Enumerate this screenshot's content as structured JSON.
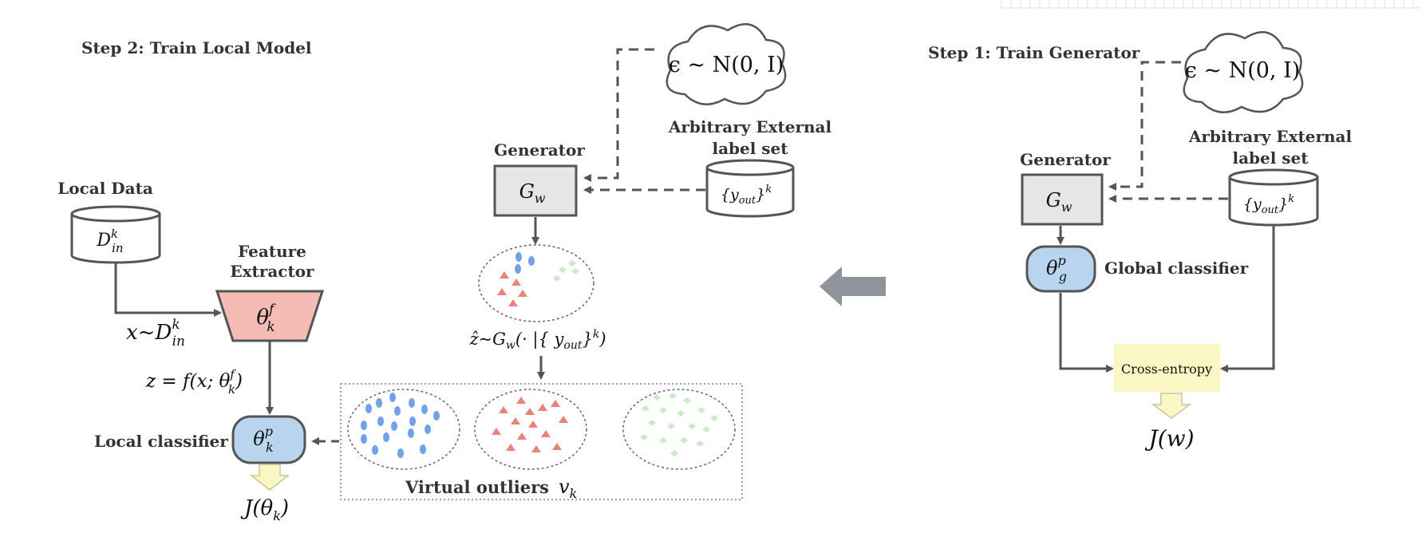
{
  "left": {
    "step_title": "Step 2: Train Local Model",
    "local_data": {
      "title": "Local Data",
      "base": "D",
      "sup": "k",
      "sub": "in"
    },
    "sample_eq": {
      "prefix": "x~",
      "base": "D",
      "sub": "in",
      "sup": "k"
    },
    "feature_extractor": {
      "title_line1": "Feature",
      "title_line2": "Extractor",
      "base": "θ",
      "sub": "k",
      "sup": "f"
    },
    "z_eq": {
      "prefix": "z = f(x; ",
      "base": "θ",
      "sub": "k",
      "sup": "f",
      "suffix": ")"
    },
    "local_classifier": {
      "label": "Local classifier",
      "base": "θ",
      "sub": "k",
      "sup": "p"
    },
    "loss": {
      "text": "J(θ",
      "sub": "k",
      "close": ")"
    }
  },
  "middle": {
    "noise": {
      "text": "ϵ ~ N(0, I)"
    },
    "generator": {
      "title": "Generator",
      "base": "G",
      "sub": "w"
    },
    "label_set": {
      "title_line1": "Arbitrary External",
      "title_line2": "label set",
      "text": "{y",
      "sub": "out",
      "close": "}",
      "sup": "k"
    },
    "sample_eq": {
      "prefix": "ẑ~G",
      "sub": "w",
      "mid": "(· |{ y",
      "sub2": "out",
      "close": "}",
      "sup": "k",
      "end": ")"
    },
    "outliers": {
      "label": "Virtual outliers",
      "var": "v",
      "sub": "k"
    }
  },
  "right": {
    "step_title": "Step 1: Train Generator",
    "noise": {
      "text": "ϵ ~ N(0, I)"
    },
    "generator": {
      "title": "Generator",
      "base": "G",
      "sub": "w"
    },
    "label_set": {
      "title_line1": "Arbitrary External",
      "title_line2": "label set",
      "text": "{y",
      "sub": "out",
      "close": "}",
      "sup": "k"
    },
    "global_classifier": {
      "label": "Global classifier",
      "base": "θ",
      "sub": "g",
      "sup": "p"
    },
    "cross_entropy": {
      "label": "Cross-entropy"
    },
    "loss": {
      "text": "J(w)"
    }
  },
  "colors": {
    "box_gray": "#e6e6e6",
    "outline": "#555555",
    "extractor_red": "#f4bcb5",
    "classifier_blue": "#b8d4ee",
    "highlight_yellow": "#fbf7c4",
    "blue_dot": "#6fa2ea",
    "red_triangle": "#e8837a",
    "green_diamond": "#c9ecc4",
    "big_arrow": "#8f949c"
  }
}
